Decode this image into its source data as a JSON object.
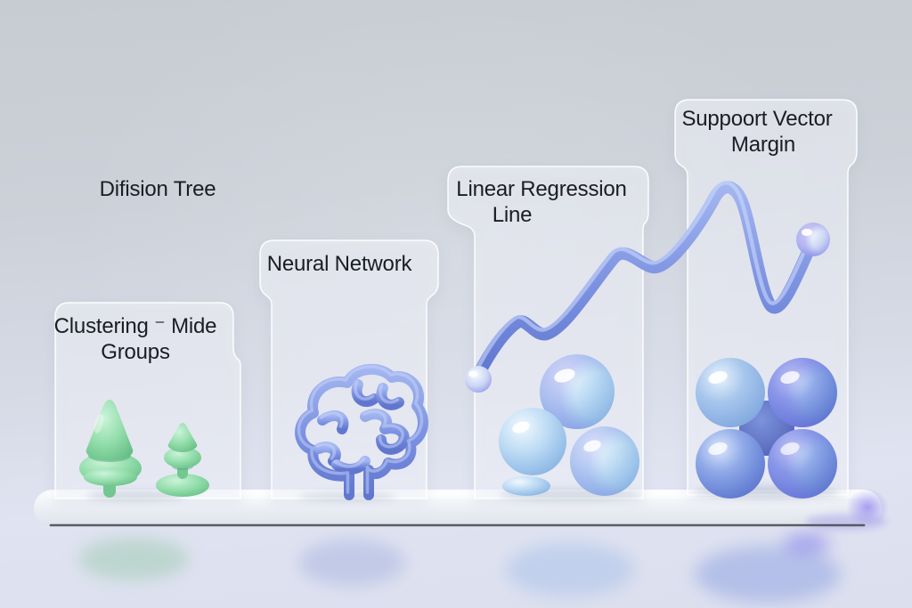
{
  "labels": {
    "floating": "Difision Tree"
  },
  "panels": [
    {
      "id": "clustering",
      "lines": [
        "Clustering ⁻ Mide",
        "Groups"
      ],
      "icon": "pine-trees-icon"
    },
    {
      "id": "neural-network",
      "lines": [
        "Neural Network"
      ],
      "icon": "brain-icon"
    },
    {
      "id": "linear-regression",
      "lines": [
        "Linear Regression",
        "Line"
      ],
      "icon": "wavy-line-and-spheres-icon"
    },
    {
      "id": "support-vector",
      "lines": [
        "Suppoort Vector",
        "Margin"
      ],
      "icon": "sphere-cluster-icon"
    }
  ],
  "colors": {
    "background_top": "#c8cdd3",
    "background_bottom": "#dee1ef",
    "platform": "#eef1f6",
    "platform_edge_line": "#4a4e56",
    "glass_panel_fill": "rgba(247,249,253,0.5)",
    "tree_green": "#8cd9a6",
    "tube_blue": "#7a90e0",
    "sphere_light_blue": "#a9cdef",
    "sphere_blue": "#6c87d8",
    "accent_purple": "#978af0",
    "text": "#1a1d24"
  }
}
